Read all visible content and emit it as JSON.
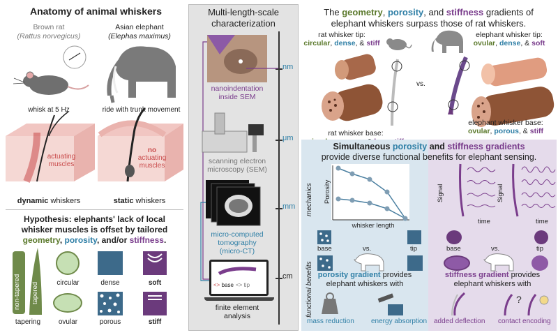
{
  "anatomy": {
    "title": "Anatomy of animal whiskers",
    "rat_name": "Brown rat",
    "rat_latin": "(Rattus norvegicus)",
    "elephant_name": "Asian elephant",
    "elephant_latin": "(Elephas maximus)",
    "rat_caption": "whisk at 5 Hz",
    "elephant_caption": "ride with trunk movement",
    "actuating": "actuating\nmuscles",
    "no_actuating_1": "no",
    "no_actuating_2": "actuating",
    "no_actuating_3": "muscles",
    "dynamic_bold": "dynamic",
    "dynamic_rest": " whiskers",
    "static_bold": "static",
    "static_rest": " whiskers"
  },
  "hypothesis": {
    "line1": "Hypothesis: elephants' lack of local",
    "line2": "whisker muscles is offset by tailored",
    "geometry": "geometry",
    "comma1": ", ",
    "porosity": "porosity",
    "andor": ", and/or ",
    "stiffness": "stiffness",
    "dot": ".",
    "labels": {
      "non_tapered": "non-tapered",
      "tapered": "tapered",
      "tapering": "tapering",
      "circular": "circular",
      "ovular": "ovular",
      "dense": "dense",
      "porous": "porous",
      "soft": "soft",
      "stiff": "stiff"
    }
  },
  "multiscale": {
    "title_1": "Multi-length-scale",
    "title_2": "characterization",
    "nano_1": "nanoindentation",
    "nano_2": "inside SEM",
    "sem_1": "scanning electron",
    "sem_2": "microscopy (SEM)",
    "ct_1": "micro-computed",
    "ct_2": "tomography",
    "ct_3": "(micro-CT)",
    "fea_1": "finite element",
    "fea_2": "analysis",
    "scale_nm": "nm",
    "scale_um": "μm",
    "scale_mm": "mm",
    "scale_cm": "cm",
    "screen_base": "base",
    "screen_tip": "tip"
  },
  "gradients": {
    "title_pre": "The ",
    "geometry": "geometry",
    "comma": ", ",
    "porosity": "porosity",
    "and": ", and ",
    "stiffness": "stiffness",
    "title_post": " gradients of",
    "title_line2": "elephant whiskers surpass those of rat whiskers.",
    "rat_tip_label": "rat whisker tip:",
    "rat_tip_circular": "circular",
    "rat_tip_dense": "dense",
    "rat_tip_stiff": "stiff",
    "rat_base_label": "rat whisker base:",
    "rat_base_circular": "circular",
    "rat_base_porous": "porous",
    "rat_base_lessstiff": "less stiff",
    "vs": "vs.",
    "ele_tip_label": "elephant whisker tip:",
    "ele_tip_ovular": "ovular",
    "ele_tip_dense": "dense",
    "ele_tip_soft": "soft",
    "ele_base_label": "elephant whisker base:",
    "ele_base_ovular": "ovular",
    "ele_base_porous": "porous",
    "ele_base_stiff": "stiff",
    "sep_comma": ", ",
    "sep_and": ", & "
  },
  "benefits": {
    "title_pre": "Simultaneous ",
    "porosity": "porosity",
    "and": " and ",
    "stiffness": "stiffness gradients",
    "title_line2": "provide diverse functional benefits for elephant sensing.",
    "mechanics": "mechanics",
    "functional": "functional benefits",
    "porosity_axis": "Porosity",
    "whisker_length": "whisker length",
    "signal": "Signal",
    "time": "time",
    "base": "base",
    "vs": "vs.",
    "tip": "tip",
    "porosity_gradient": "porosity gradient",
    "provides": " provides",
    "elephant_with": "elephant whiskers with",
    "stiffness_gradient": "stiffness gradient",
    "mass_reduction": "mass reduction",
    "energy_absorption": "energy absorption",
    "added_deflection": "added deflection",
    "contact_encoding": "contact encoding"
  },
  "colors": {
    "blue": "#2f7fa6",
    "purple": "#7a3d8c",
    "green": "#5c7a2d",
    "red": "#c94b4b",
    "panel_gray": "#e3e3e3",
    "panel_blue": "#d9e6ef",
    "panel_purple": "#e5dbeb"
  }
}
